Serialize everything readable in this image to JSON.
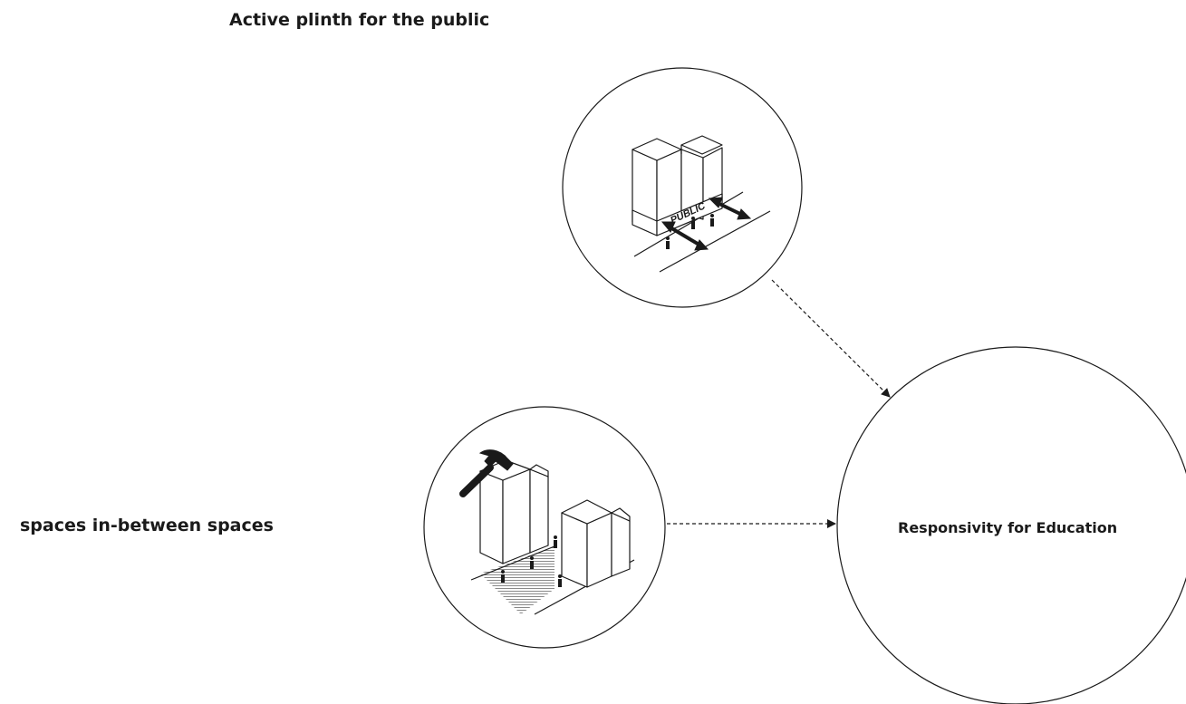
{
  "labels": {
    "top": "Active plinth for the public",
    "left": "spaces in-between spaces",
    "target": "Responsivity for Education"
  },
  "diagram": {
    "plinth_sign": "PUBLIC",
    "icons": [
      "hammer-icon",
      "person-icon",
      "double-arrow-icon"
    ],
    "connections": [
      {
        "from": "active-plinth-circle",
        "to": "education-circle",
        "style": "dashed-arrow"
      },
      {
        "from": "in-between-circle",
        "to": "education-circle",
        "style": "dashed-arrow"
      }
    ]
  },
  "colors": {
    "line": "#1a1a1a",
    "background": "#ffffff"
  }
}
